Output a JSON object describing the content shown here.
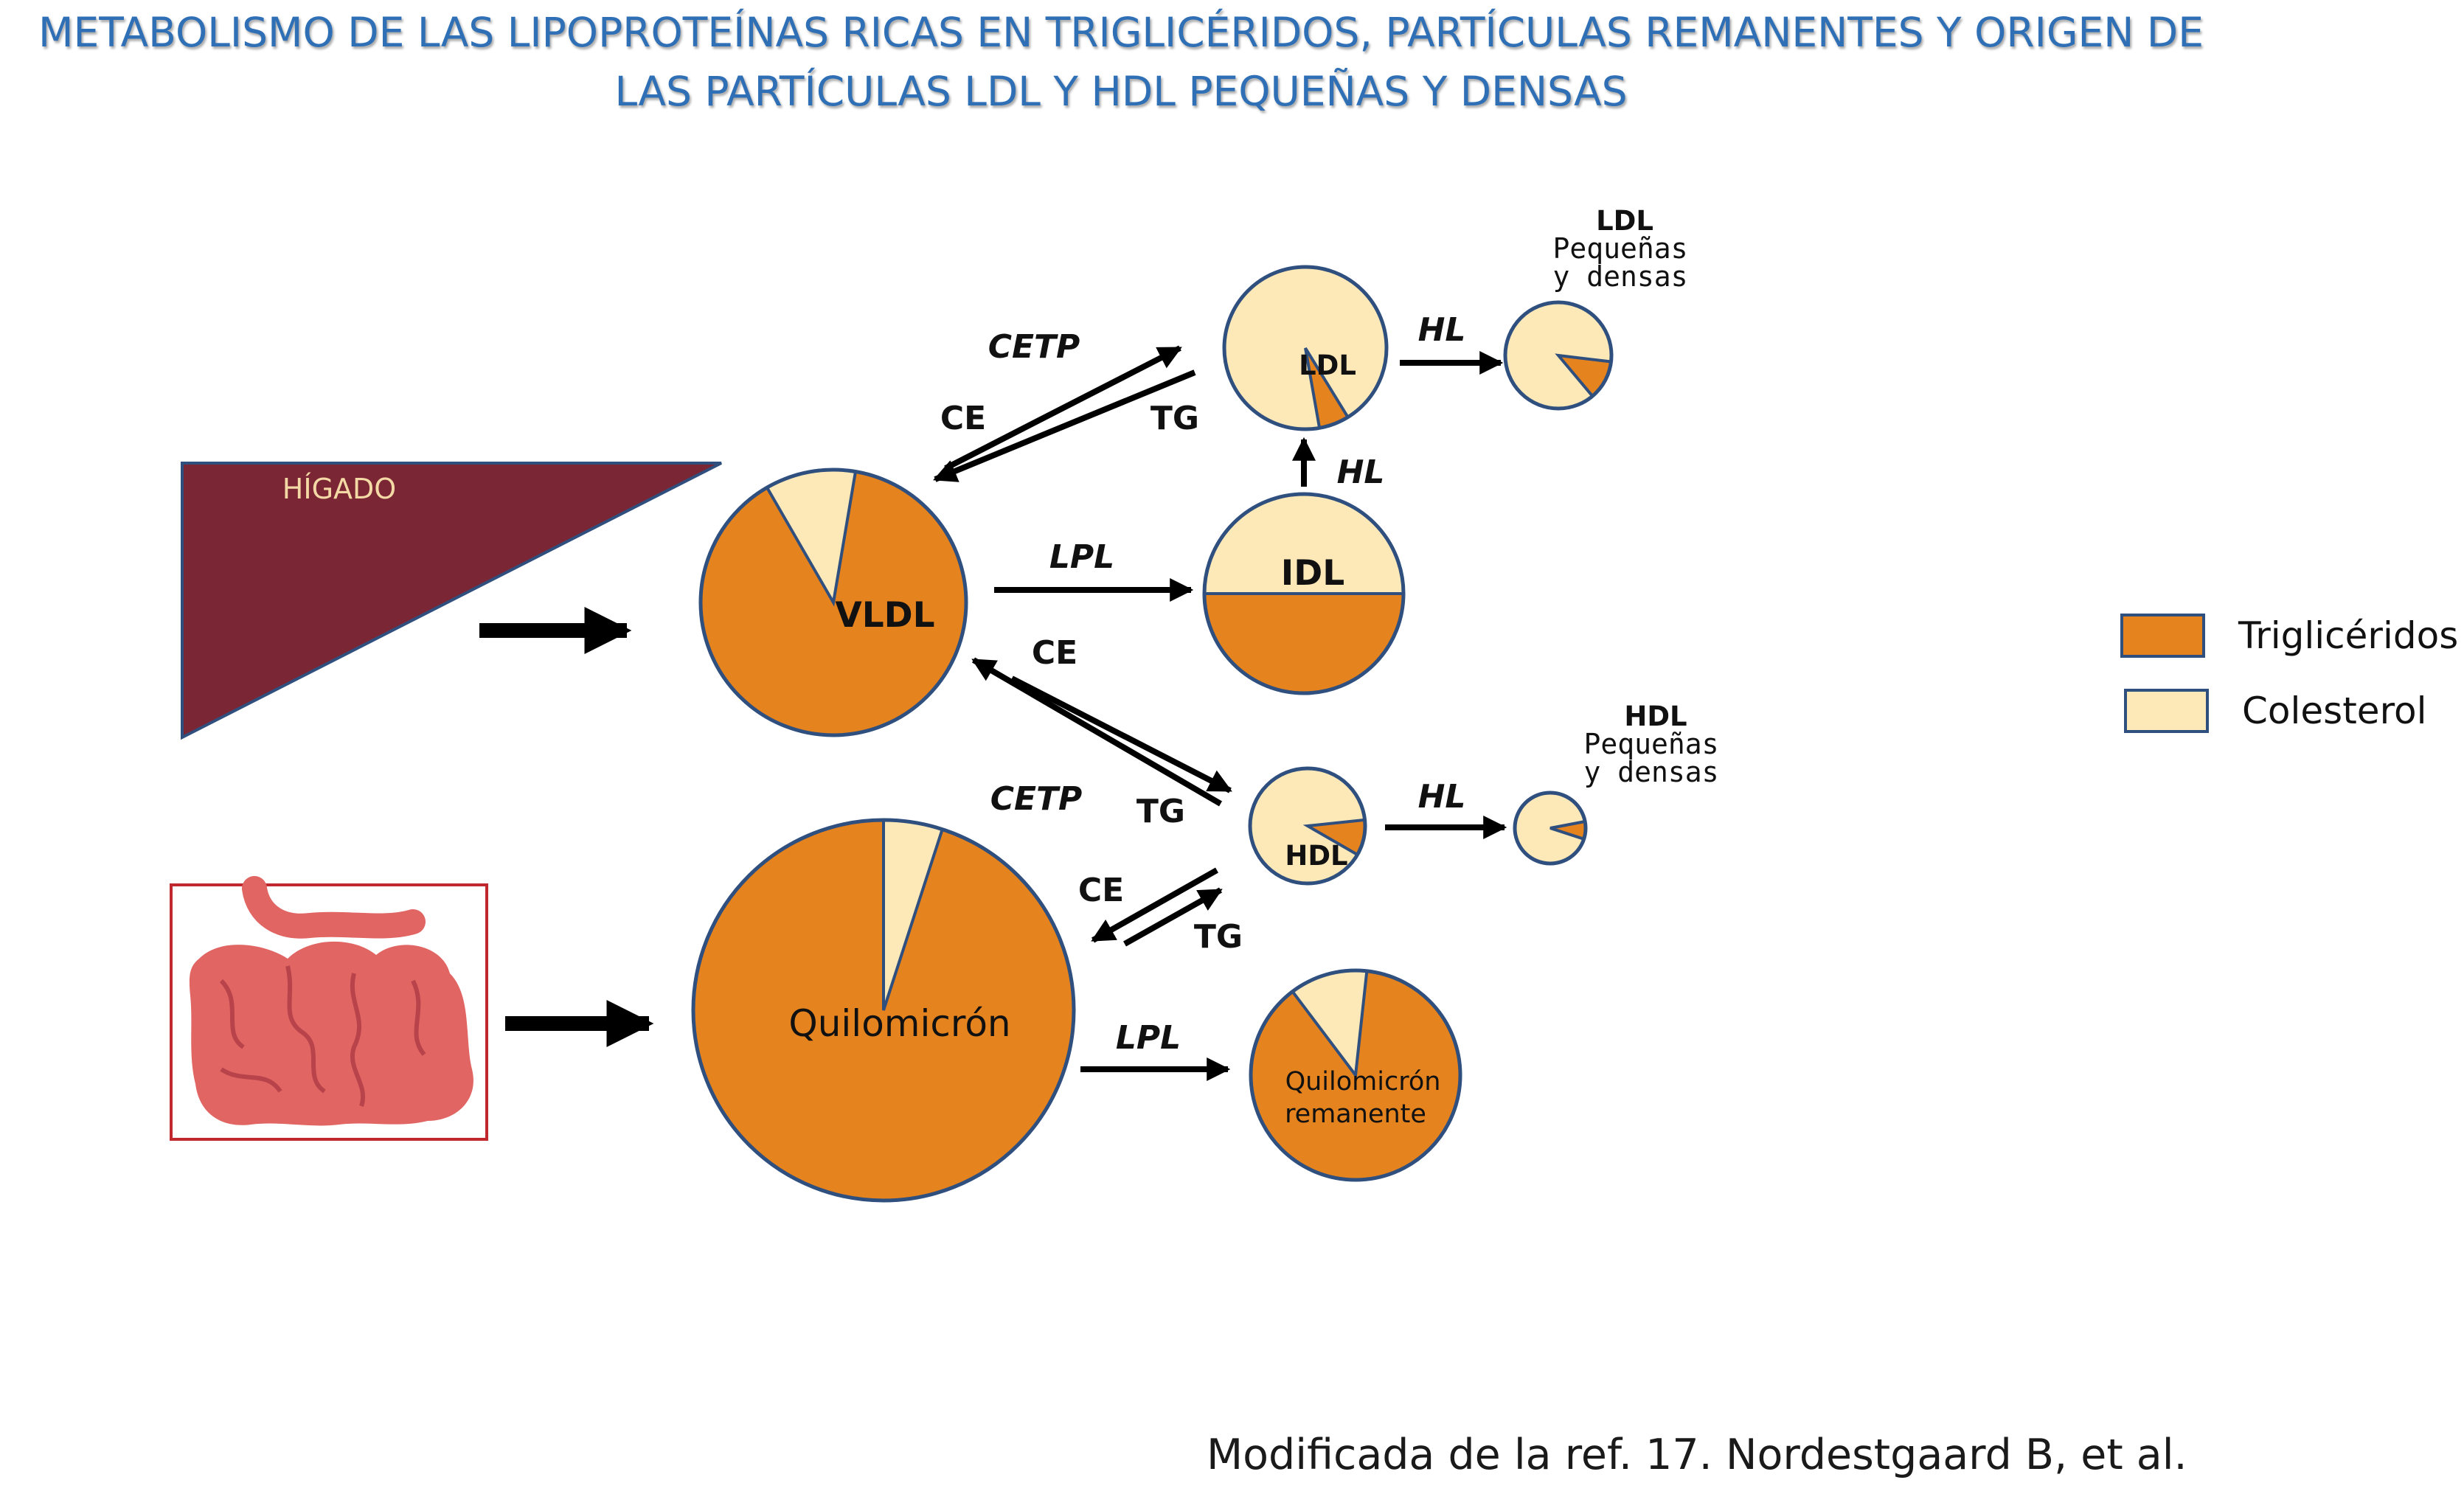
{
  "title": {
    "line1": "METABOLISMO DE LAS LIPOPROTEÍNAS RICAS EN TRIGLICÉRIDOS, PARTÍCULAS REMANENTES Y ORIGEN DE",
    "line2": "LAS PARTÍCULAS LDL Y HDL PEQUEÑAS Y DENSAS"
  },
  "colors": {
    "triglycerides": "#e5831f",
    "cholesterol": "#fde9b8",
    "outline": "#2f4f7f",
    "liver": "#7b2634",
    "title": "#2f6fb5"
  },
  "organs": {
    "liver": "HÍGADO",
    "intestine_icon": "intestine-icon"
  },
  "particles": {
    "vldl": {
      "label": "VLDL",
      "cholesterol_fraction": 0.11
    },
    "idl": {
      "label": "IDL",
      "cholesterol_fraction": 0.5
    },
    "ldl": {
      "label": "LDL",
      "cholesterol_fraction": 0.94
    },
    "ldl_small": {
      "label": "LDL",
      "sub1": "Pequeñas",
      "sub2": "y densas",
      "cholesterol_fraction": 0.88
    },
    "hdl": {
      "label": "HDL",
      "cholesterol_fraction": 0.9
    },
    "hdl_small": {
      "label": "HDL",
      "sub1": "Pequeñas",
      "sub2": "y densas",
      "cholesterol_fraction": 0.92
    },
    "chylomicron": {
      "label": "Quilomicrón",
      "cholesterol_fraction": 0.05
    },
    "chylo_remnant": {
      "label1": "Quilomicrón",
      "label2": "remanente",
      "cholesterol_fraction": 0.12
    }
  },
  "arrows": {
    "cetp_top": "CETP",
    "ce_top": "CE",
    "tg_top": "TG",
    "lpl_vldl": "LPL",
    "ce_mid": "CE",
    "cetp_bottom": "CETP",
    "tg_mid": "TG",
    "ce_low": "CE",
    "tg_low": "TG",
    "hl_idl": "HL",
    "hl_ldl": "HL",
    "hl_hdl": "HL",
    "lpl_chylo": "LPL"
  },
  "legend": {
    "triglycerides": "Triglicéridos",
    "cholesterol": "Colesterol"
  },
  "credit": "Modificada de la ref. 17. Nordestgaard B, et al."
}
